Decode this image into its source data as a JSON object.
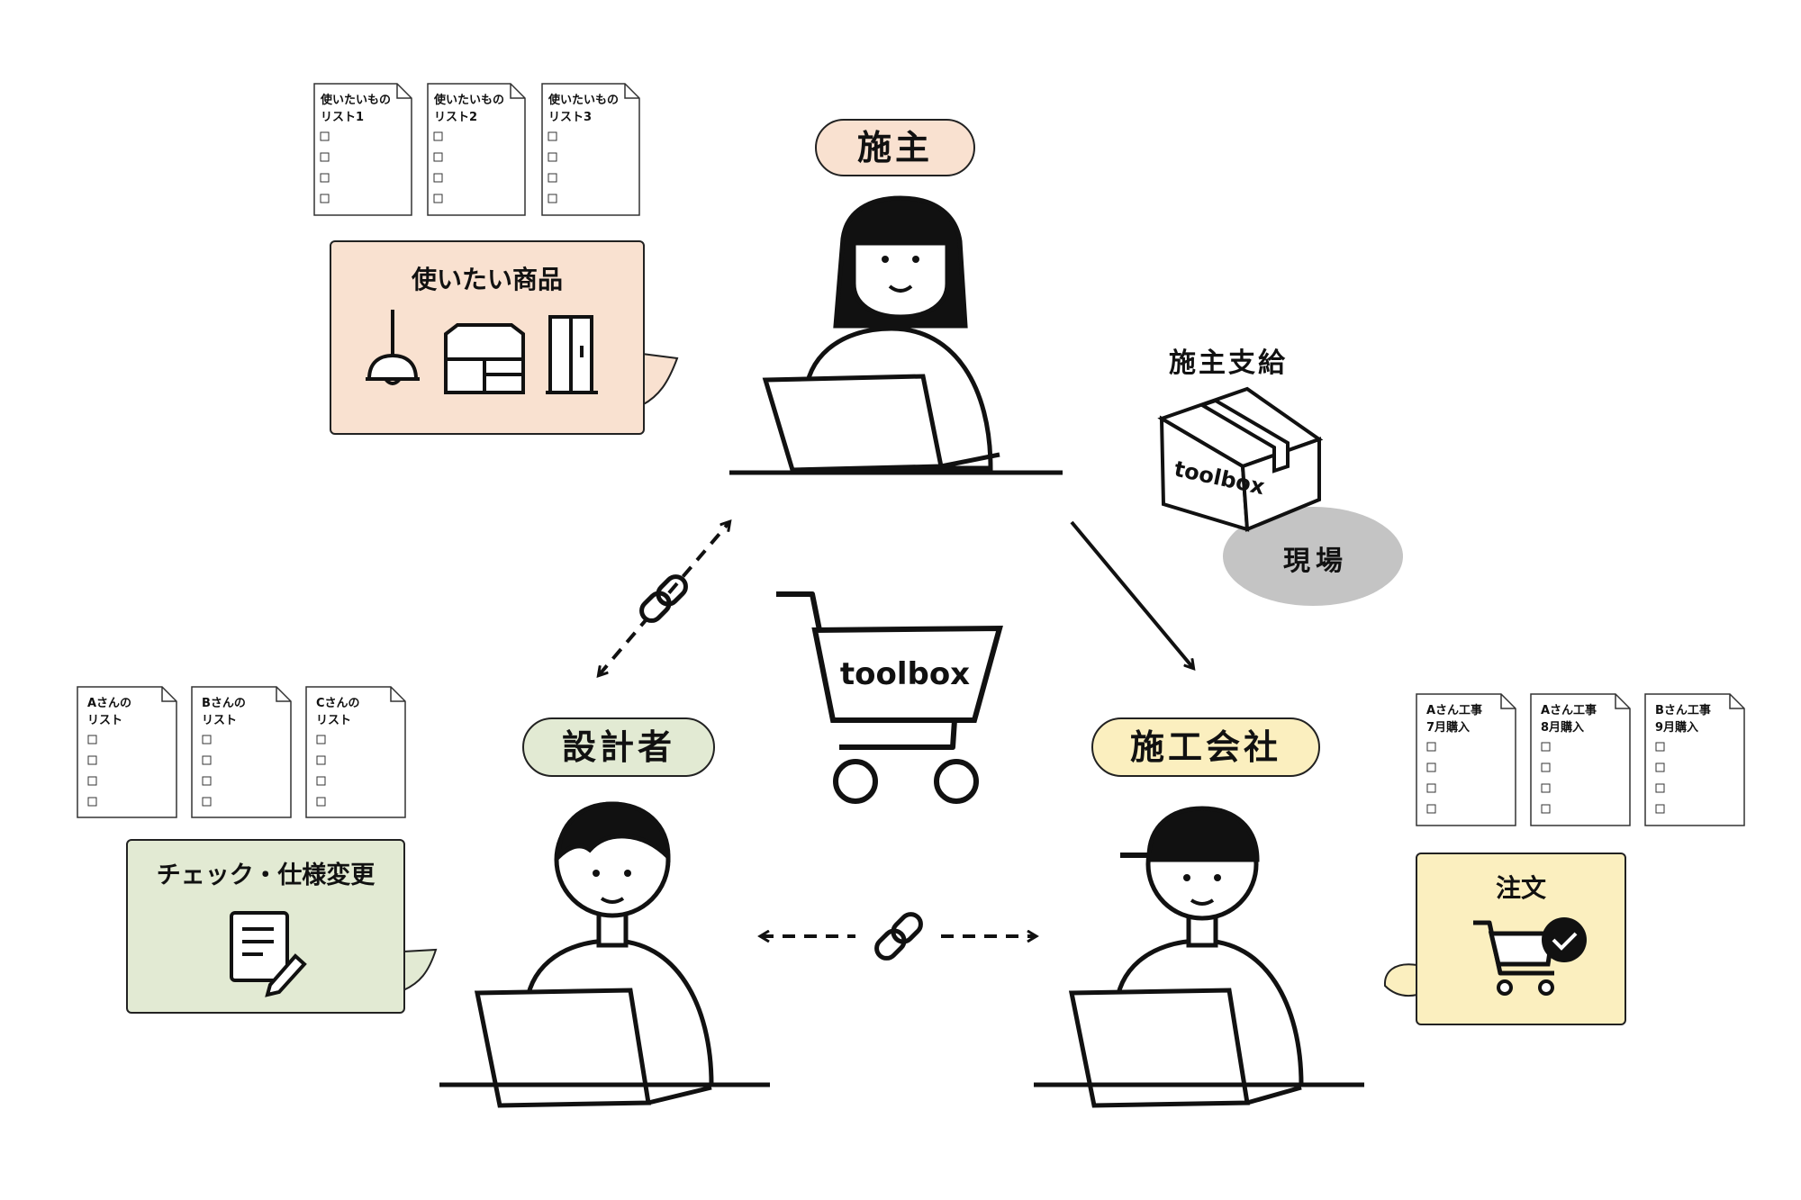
{
  "roles": {
    "owner": "施主",
    "designer": "設計者",
    "contractor": "施工会社"
  },
  "bubbles": {
    "owner": "使いたい商品",
    "designer": "チェック・仕様変更",
    "contractor": "注文"
  },
  "owner_lists": [
    "使いたいもの\nリスト1",
    "使いたいもの\nリスト2",
    "使いたいもの\nリスト3"
  ],
  "designer_lists": [
    "Aさんの\nリスト",
    "Bさんの\nリスト",
    "Cさんの\nリスト"
  ],
  "contractor_lists": [
    "Aさん工事\n7月購入",
    "Aさん工事\n8月購入",
    "Bさん工事\n9月購入"
  ],
  "supply_label": "施主支給",
  "site_label": "現場",
  "brand": "toolbox",
  "colors": {
    "owner": "#f9e1d0",
    "designer": "#e2ead3",
    "contractor": "#fbefbf",
    "site": "#c4c4c4",
    "ink": "#111111"
  }
}
